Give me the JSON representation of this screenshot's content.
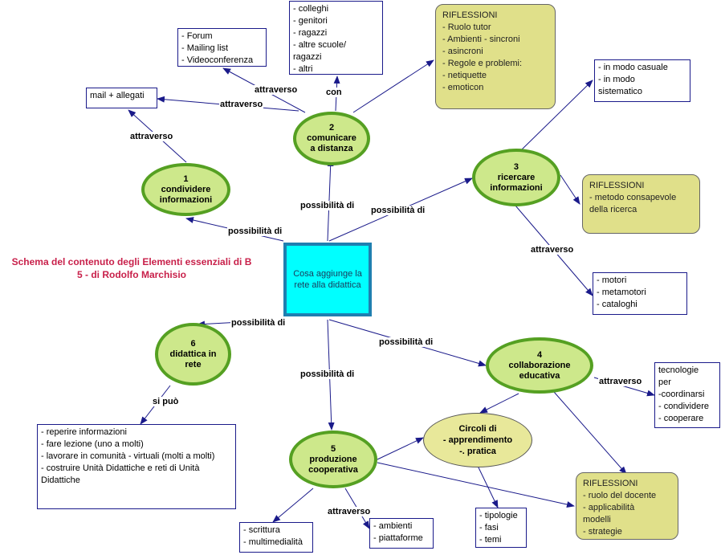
{
  "title": "Schema del contenuto degli Elementi essenziali di B 5 - di Rodolfo Marchisio",
  "center": "Cosa aggiunge la rete alla didattica",
  "nodes": {
    "n1": "1\ncondividere\ninformazioni",
    "n2": "2\ncomunicare\na distanza",
    "n3": "3\nricercare\ninformazioni",
    "n4": "4\ncollaborazione\neducativa",
    "n5": "5\nproduzione\ncooperativa",
    "n6": "6\ndidattica in\nrete",
    "circoli": "Circoli di\n- apprendimento\n-. pratica"
  },
  "boxes": {
    "mail": "mail + allegati",
    "forum": "- Forum\n- Mailing list\n- Videoconferenza",
    "colleghi": "- colleghi\n- genitori\n- ragazzi\n- altre scuole/\nragazzi\n- altri",
    "casuale": "- in modo casuale\n- in modo\nsistematico",
    "motori": "- motori\n- metamotori\n- cataloghi",
    "tecnologie": "tecnologie\nper\n-coordinarsi\n- condividere\n- cooperare",
    "reperire": "- reperire informazioni\n- fare lezione (uno a molti)\n- lavorare in comunità - virtuali (molti a molti)\n- costruire Unità Didattiche e reti di Unità Didattiche",
    "scrittura": "- scrittura\n- multimedialità",
    "ambienti": "- ambienti\n- piattaforme",
    "tipologie": "- tipologie\n- fasi\n- temi"
  },
  "notes": {
    "riflessioni1": "RIFLESSIONI\n- Ruolo tutor\n- Ambienti  - sincroni\n                  - asincroni\n- Regole e problemi:\n                  - netiquette\n                  - emoticon",
    "riflessioni2": "RIFLESSIONI\n- metodo consapevole\ndella ricerca",
    "riflessioni3": "RIFLESSIONI\n- ruolo del docente\n- applicabilità\nmodelli\n- strategie"
  },
  "labels": {
    "attraverso_forum": "attraverso",
    "attraverso_mail": "attraverso",
    "con": "con",
    "attraverso_n1": "attraverso",
    "possibilita_n1": "possibilità di",
    "possibilita_n2": "possibilità di",
    "possibilita_n3": "possibilità di",
    "attraverso_n3": "attraverso",
    "possibilita_n6": "possibilità di",
    "possibilita_n4": "possibilità di",
    "possibilita_n5": "possibilità di",
    "si_puo": "si può",
    "attraverso_n4": "attraverso",
    "attraverso_n5": "attraverso"
  },
  "colors": {
    "node_fill": "#cde88b",
    "node_border": "#55a022",
    "note_fill": "#e0e08a",
    "center_fill": "#00ffff",
    "edge": "#1a1a8a",
    "title": "#c8204a"
  }
}
